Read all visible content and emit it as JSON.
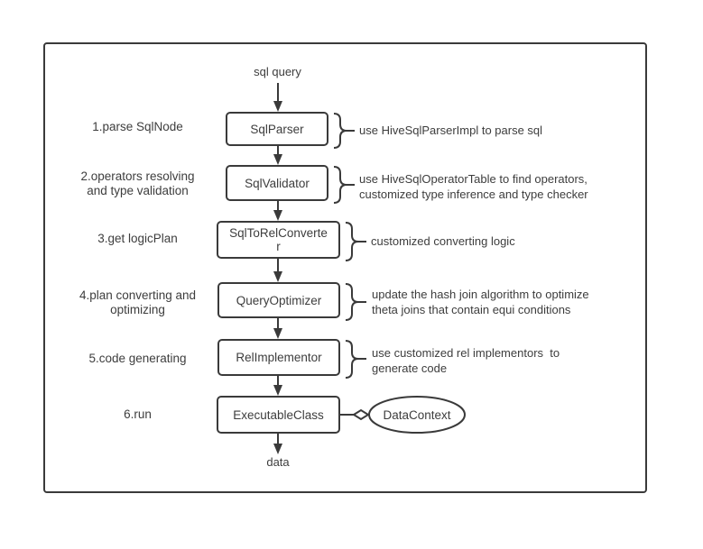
{
  "diagram": {
    "source_label": "sql query",
    "sink_label": "data",
    "context_label": "DataContext",
    "colors": {
      "stroke": "#3a3a3a",
      "text": "#3d3d3d",
      "node_fill": "#ffffff",
      "background": "#ffffff"
    },
    "steps": [
      {
        "left_lines": [
          "1.parse SqlNode"
        ],
        "box_label": "SqlParser",
        "note_lines": [
          "use HiveSqlParserImpl to parse sql"
        ]
      },
      {
        "left_lines": [
          "2.operators resolving",
          "and type validation"
        ],
        "box_label": "SqlValidator",
        "note_lines": [
          "use HiveSqlOperatorTable to find operators,",
          "customized type inference and type checker"
        ]
      },
      {
        "left_lines": [
          "3.get logicPlan"
        ],
        "box_label": "SqlToRelConverter",
        "note_lines": [
          "customized converting logic"
        ]
      },
      {
        "left_lines": [
          "4.plan converting and",
          "optimizing"
        ],
        "box_label": "QueryOptimizer",
        "note_lines": [
          "update the hash join algorithm to optimize",
          "theta joins that contain equi conditions"
        ]
      },
      {
        "left_lines": [
          "5.code generating"
        ],
        "box_label": "RelImplementor",
        "note_lines": [
          "use customized rel implementors  to",
          "generate code"
        ]
      },
      {
        "left_lines": [
          "6.run"
        ],
        "box_label": "ExecutableClass",
        "note_lines": []
      }
    ]
  }
}
